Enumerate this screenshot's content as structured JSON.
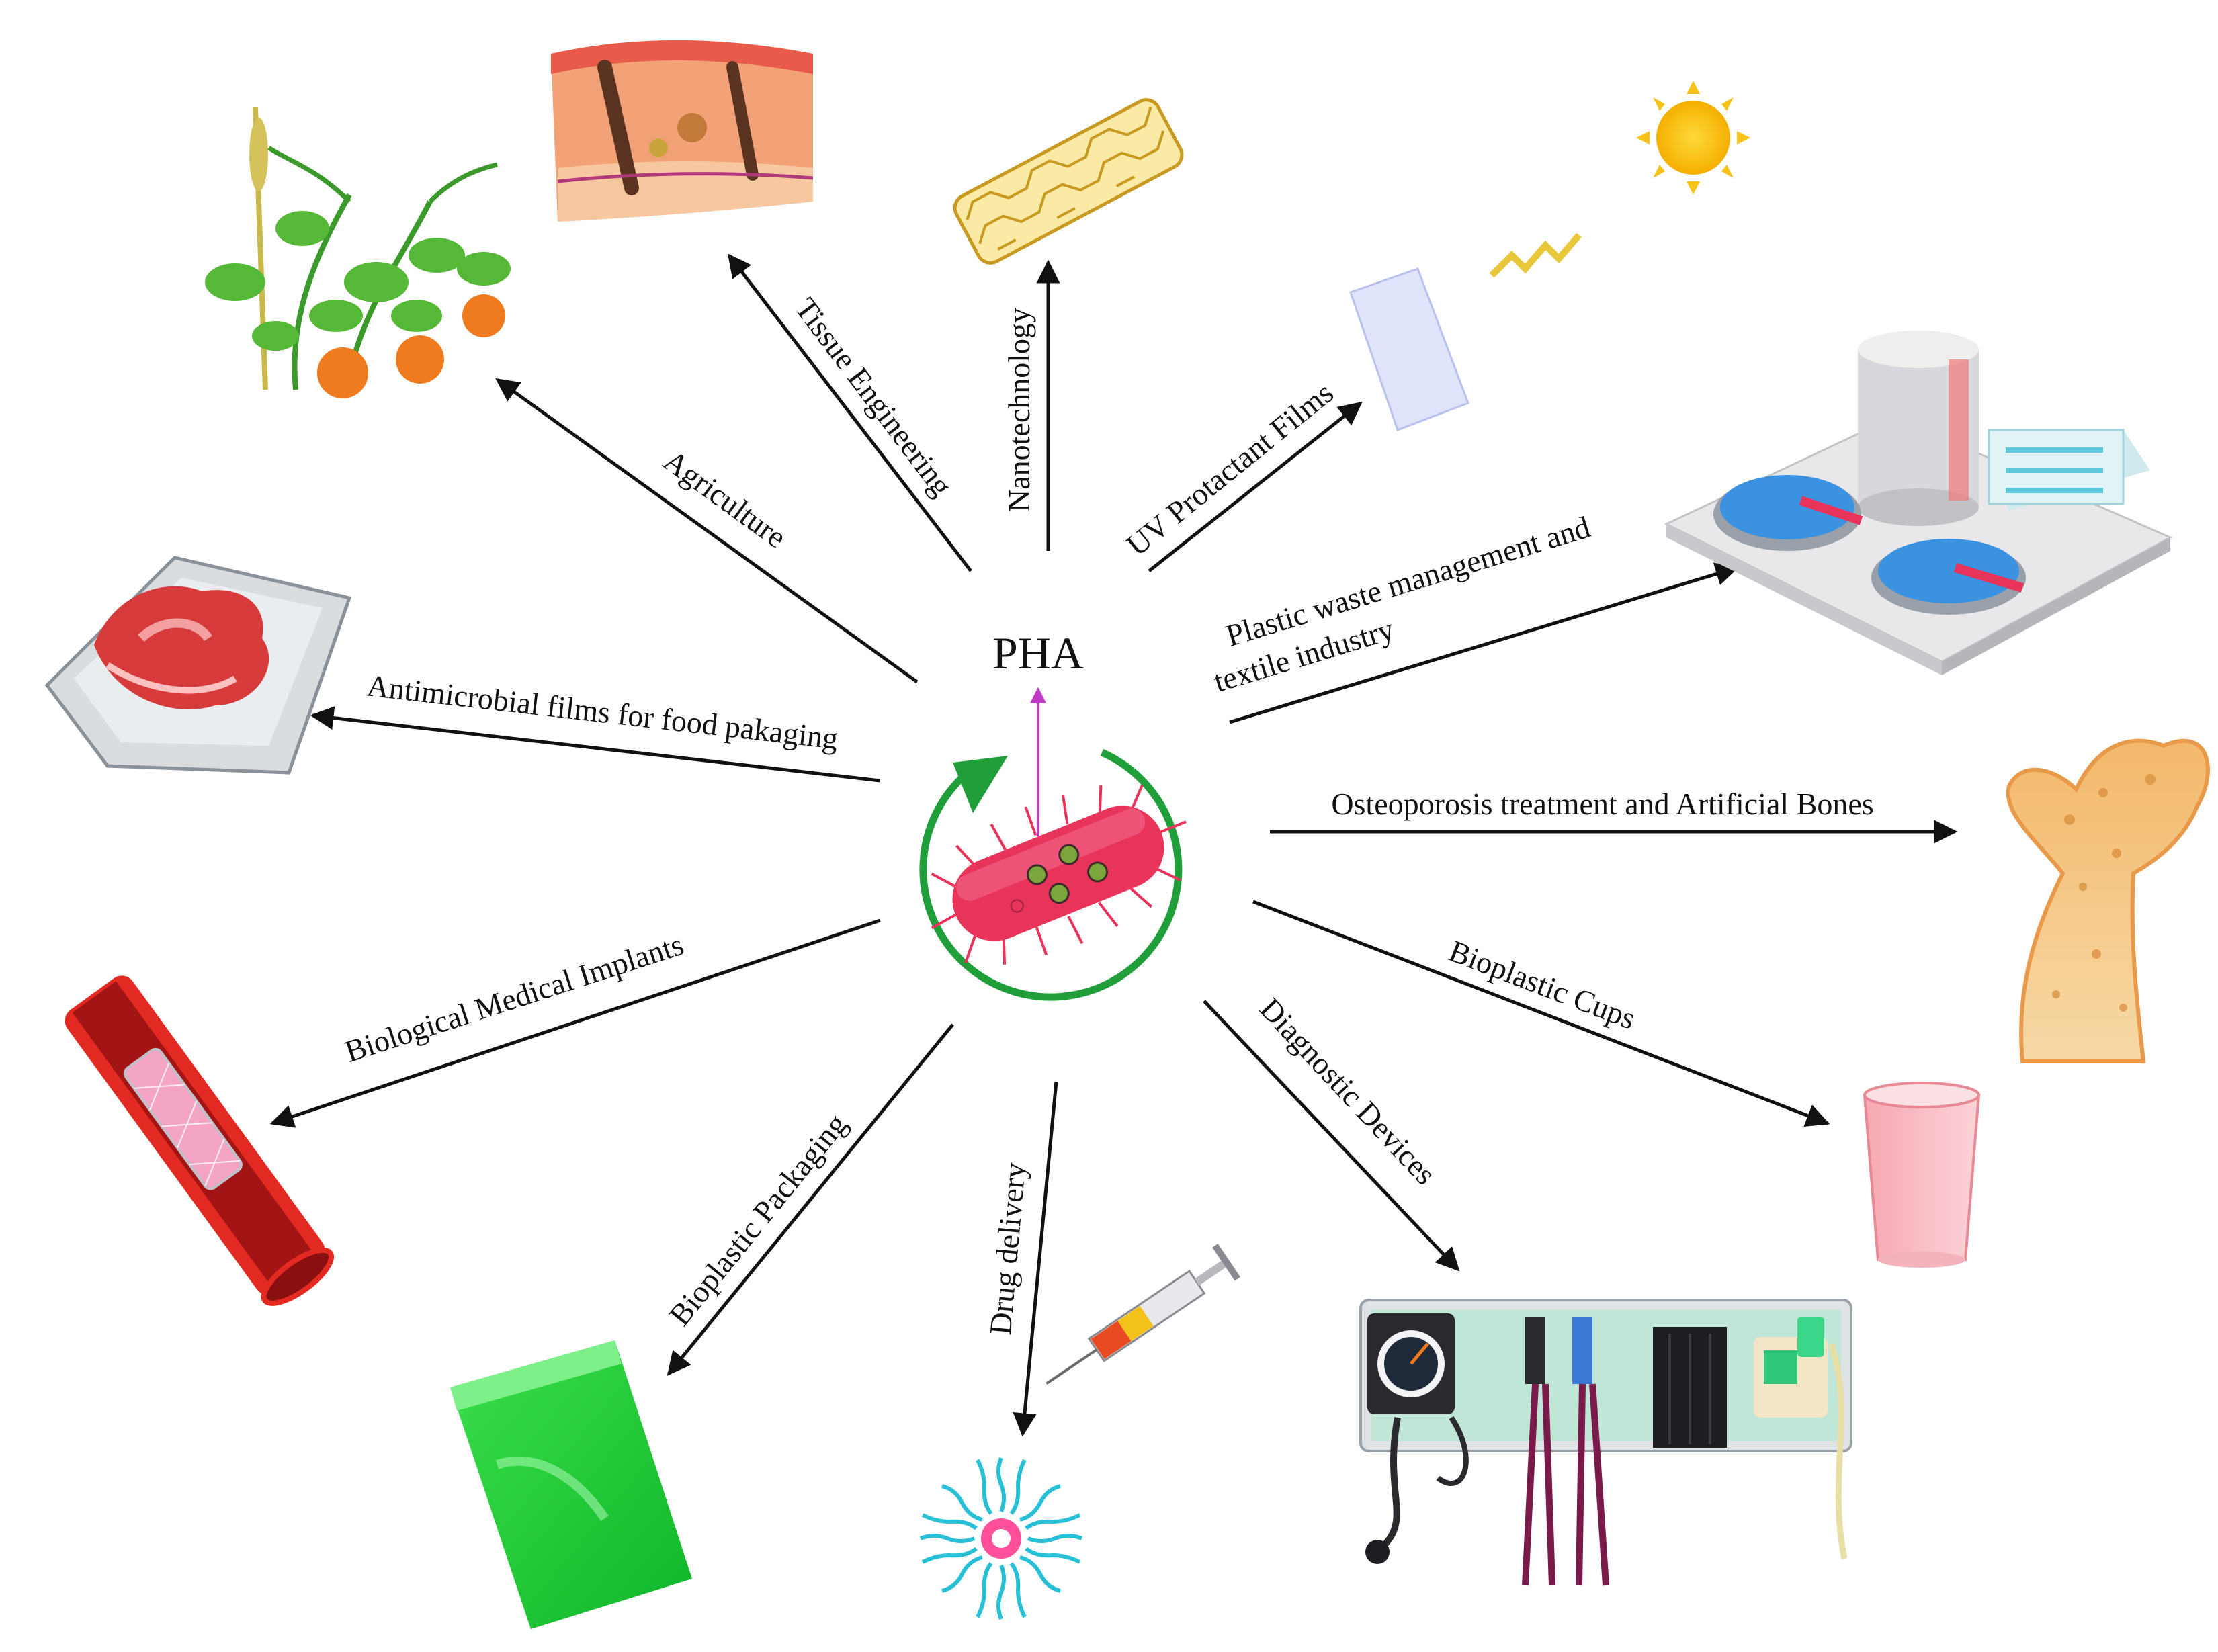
{
  "center": {
    "label": "PHA",
    "icon": "bacterium-icon"
  },
  "colors": {
    "arrow": "#111111",
    "bacterium": "#e8345a",
    "cycle": "#1f9e3a",
    "center_arrow": "#c03cc8"
  },
  "applications": [
    {
      "id": "agriculture",
      "label": "Agriculture",
      "icon": "plant-icon"
    },
    {
      "id": "tissue",
      "label": "Tissue Engineering",
      "icon": "skin-tissue-icon"
    },
    {
      "id": "nano",
      "label": "Nanotechnology",
      "icon": "nanotube-icon"
    },
    {
      "id": "uv",
      "label": "UV Protactant Films",
      "icon": "uv-film-sun-icon"
    },
    {
      "id": "plastic",
      "label_line1": "Plastic waste management and",
      "label_line2": "textile industry",
      "icon": "treatment-plant-icon"
    },
    {
      "id": "antimicrobial",
      "label": "Antimicrobial films for food pakaging",
      "icon": "meat-tray-icon"
    },
    {
      "id": "osteo",
      "label": "Osteoporosis treatment and Artificial Bones",
      "icon": "bone-icon"
    },
    {
      "id": "cups",
      "label": "Bioplastic Cups",
      "icon": "cup-icon"
    },
    {
      "id": "implants",
      "label": "Biological Medical Implants",
      "icon": "stent-icon"
    },
    {
      "id": "packaging",
      "label": "Bioplastic Packaging",
      "icon": "pouch-icon"
    },
    {
      "id": "drug",
      "label": "Drug delivery",
      "icon": "syringe-micelle-icon"
    },
    {
      "id": "diagnostic",
      "label": "Diagnostic Devices",
      "icon": "diagnostic-panel-icon"
    }
  ]
}
